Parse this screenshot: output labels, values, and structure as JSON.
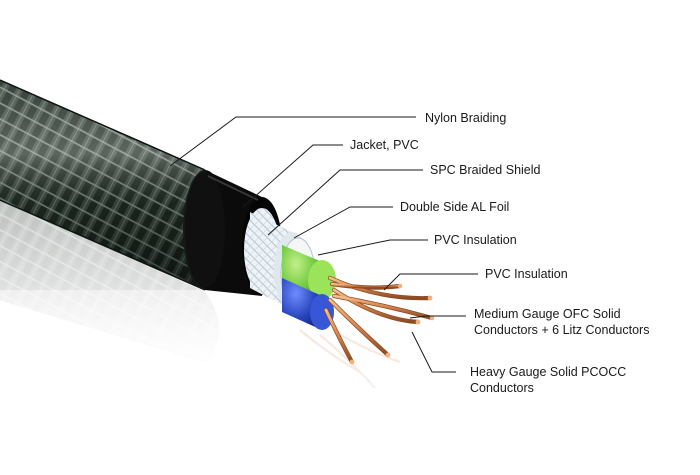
{
  "callouts": [
    {
      "id": "nylon-braiding",
      "lines": [
        "Nylon Braiding"
      ]
    },
    {
      "id": "jacket-pvc",
      "lines": [
        "Jacket, PVC"
      ]
    },
    {
      "id": "spc-braided-shield",
      "lines": [
        "SPC Braided Shield"
      ]
    },
    {
      "id": "double-side-al-foil",
      "lines": [
        "Double Side AL Foil"
      ]
    },
    {
      "id": "pvc-insulation-1",
      "lines": [
        "PVC Insulation"
      ]
    },
    {
      "id": "pvc-insulation-2",
      "lines": [
        "PVC Insulation"
      ]
    },
    {
      "id": "medium-gauge-conductors",
      "lines": [
        "Medium Gauge OFC Solid",
        "Conductors + 6 Litz Conductors"
      ]
    },
    {
      "id": "heavy-gauge-conductors",
      "lines": [
        "Heavy Gauge Solid PCOCC",
        "Conductors"
      ]
    }
  ],
  "colors": {
    "braid_dark": "#1f2a22",
    "braid_light": "#7c8a80",
    "jacket": "#0b0b0b",
    "shield": "#e8eef4",
    "green_insulation": "#6cc83a",
    "blue_insulation": "#2440b8",
    "copper": "#d5814a",
    "leader_line": "#1a1a1a"
  }
}
